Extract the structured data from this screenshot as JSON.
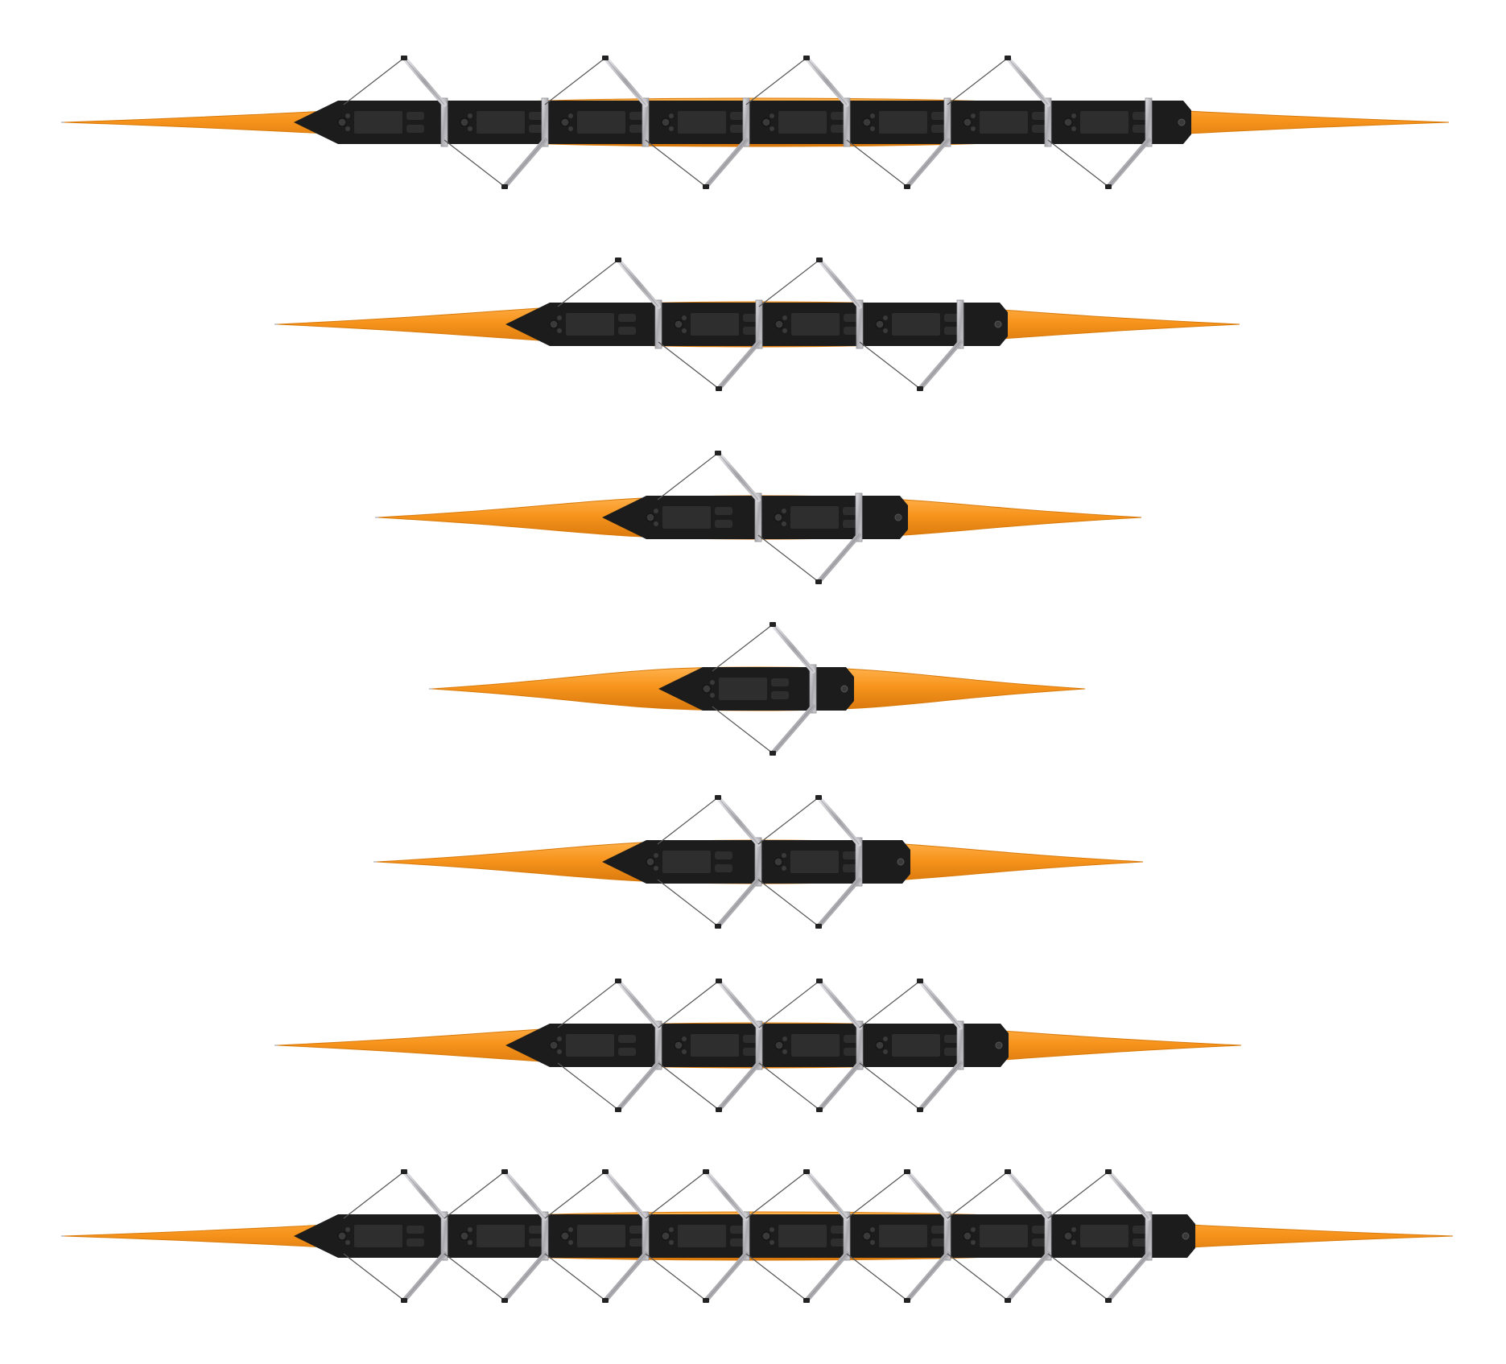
{
  "scene": {
    "description_hidden": "",
    "colors": {
      "background": "#ffffff",
      "hull_light": "#ffa63a",
      "hull_mid": "#f7941d",
      "hull_dark": "#d97a0a",
      "deck": "#1c1c1c",
      "deck_panel": "#2e2e2e",
      "rigger": "#b8b8bc",
      "stay": "#555555",
      "oarlock": "#222222"
    },
    "boats": [
      {
        "id": "eight-sweep",
        "seats": 8,
        "rig": "sweep"
      },
      {
        "id": "four-sweep",
        "seats": 4,
        "rig": "sweep"
      },
      {
        "id": "pair-sweep",
        "seats": 2,
        "rig": "sweep"
      },
      {
        "id": "single-scull",
        "seats": 1,
        "rig": "scull"
      },
      {
        "id": "double-scull",
        "seats": 2,
        "rig": "scull"
      },
      {
        "id": "quad-scull",
        "seats": 4,
        "rig": "scull"
      },
      {
        "id": "octuple-scull",
        "seats": 8,
        "rig": "scull"
      }
    ]
  }
}
